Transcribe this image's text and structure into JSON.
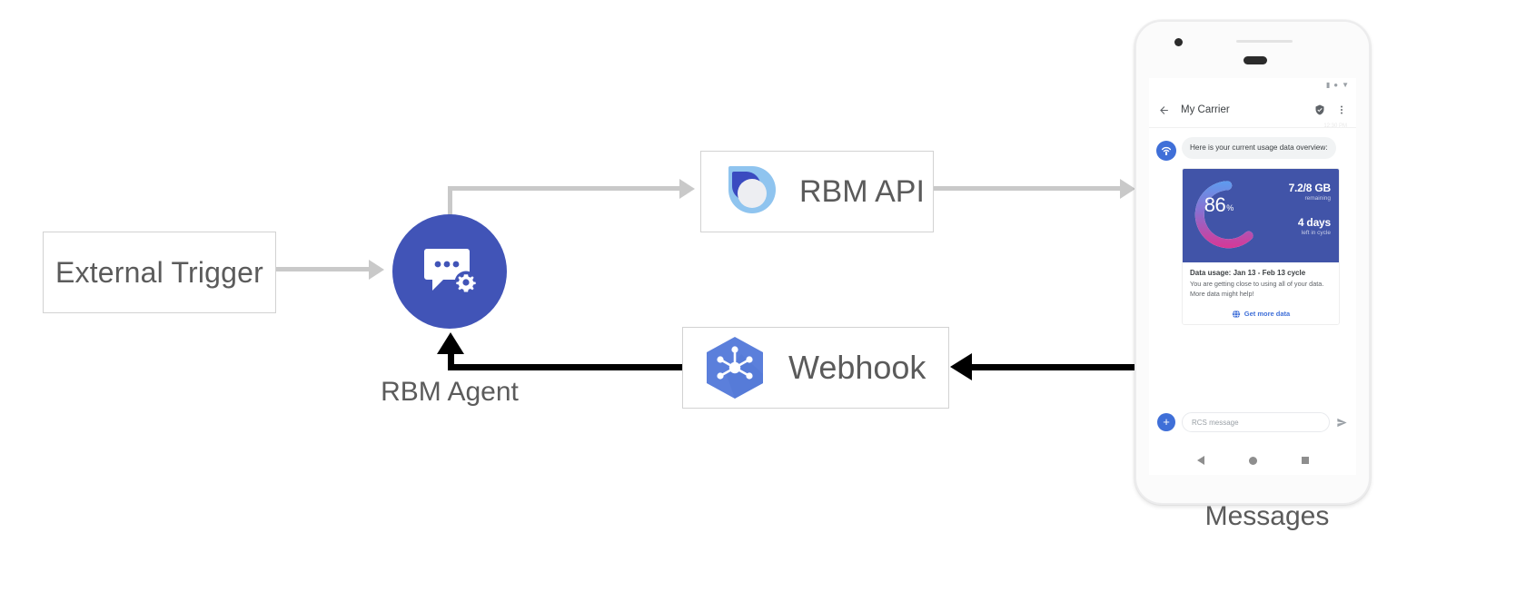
{
  "diagram": {
    "nodes": {
      "external_trigger": {
        "label": "External Trigger"
      },
      "rbm_agent": {
        "label": "RBM Agent",
        "icon": "chat-gear-icon",
        "color": "#4154b7"
      },
      "rbm_api": {
        "label": "RBM API",
        "icon": "rbm-api-logo-icon"
      },
      "webhook": {
        "label": "Webhook",
        "icon": "webhook-hexagon-icon",
        "color": "#5b7fdb"
      },
      "messages": {
        "label": "Messages"
      }
    },
    "connector_colors": {
      "grey": "#c9c9c9",
      "dark": "#000000"
    }
  },
  "phone": {
    "status_bar": {
      "icons": [
        "signal-icon",
        "wifi-icon",
        "battery-icon"
      ]
    },
    "app_bar": {
      "back_icon": "back-arrow-icon",
      "title": "My Carrier",
      "verified_icon": "verified-shield-icon",
      "overflow_icon": "more-vert-icon",
      "timestamp": "12:30 PM"
    },
    "conversation": {
      "avatar_icon": "carrier-signal-icon",
      "message": "Here is your current usage data overview:",
      "rich_card": {
        "gauge": {
          "value": "86",
          "unit": "%",
          "percent": 86
        },
        "stats": [
          {
            "main": "7.2/8 GB",
            "sub": "remaining"
          },
          {
            "main": "4 days",
            "sub": "left in cycle"
          }
        ],
        "title": "Data usage: Jan 13 - Feb 13 cycle",
        "description": "You are getting close to using all of your data. More data might help!",
        "action": {
          "icon": "globe-icon",
          "label": "Get more data"
        }
      }
    },
    "composer": {
      "plus_label": "+",
      "placeholder": "RCS message",
      "send_icon": "send-icon"
    },
    "android_nav": {
      "back": "nav-back-icon",
      "home": "nav-home-icon",
      "recents": "nav-recents-icon"
    }
  }
}
